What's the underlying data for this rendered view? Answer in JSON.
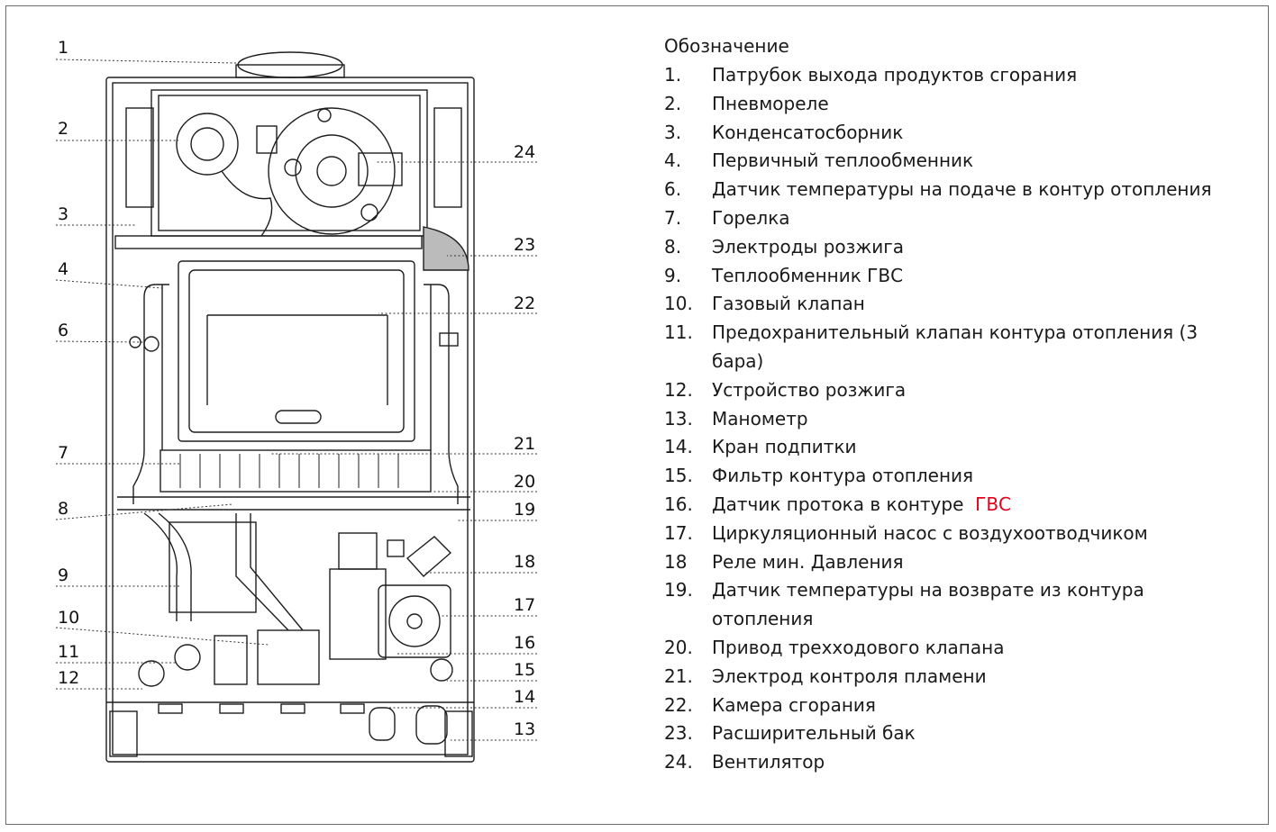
{
  "legend": {
    "title": "Обозначение",
    "items": [
      {
        "num": "1.",
        "text": "Патрубок выхода продуктов сгорания"
      },
      {
        "num": "2.",
        "text": "Пневмореле"
      },
      {
        "num": "3.",
        "text": "Конденсатосборник"
      },
      {
        "num": "4.",
        "text": "Первичный теплообменник"
      },
      {
        "num": "6.",
        "text": "Датчик температуры на подаче в контур отопления"
      },
      {
        "num": "7.",
        "text": "Горелка"
      },
      {
        "num": "8.",
        "text": "Электроды розжига"
      },
      {
        "num": "9.",
        "text": "Теплообменник ГВС"
      },
      {
        "num": "10.",
        "text": "Газовый клапан"
      },
      {
        "num": "11.",
        "text": "Предохранительный клапан контура отопления (3 бара)"
      },
      {
        "num": "12.",
        "text": "Устройство розжига"
      },
      {
        "num": "13.",
        "text": "Манометр"
      },
      {
        "num": "14.",
        "text": "Кран подпитки"
      },
      {
        "num": "15.",
        "text": "Фильтр контура отопления"
      },
      {
        "num": "16.",
        "text": "Датчик протока в контуре",
        "highlight": "ГВС",
        "highlight_color": "#e0001a"
      },
      {
        "num": "17.",
        "text": "Циркуляционный насос с воздухоотводчиком"
      },
      {
        "num": "18",
        "text": "Реле мин. Давления"
      },
      {
        "num": "19.",
        "text": "Датчик температуры на возврате из контура отопления"
      },
      {
        "num": "20.",
        "text": "Привод трехходового клапана"
      },
      {
        "num": "21.",
        "text": "Электрод контроля пламени"
      },
      {
        "num": "22.",
        "text": "Камера сгорания"
      },
      {
        "num": "23.",
        "text": "Расширительный бак"
      },
      {
        "num": "24.",
        "text": "Вентилятор"
      }
    ]
  },
  "callouts_left": [
    "1",
    "2",
    "3",
    "4",
    "6",
    "7",
    "8",
    "9",
    "10",
    "11",
    "12"
  ],
  "callouts_right": [
    "24",
    "23",
    "22",
    "21",
    "20",
    "19",
    "18",
    "17",
    "16",
    "15",
    "14",
    "13"
  ]
}
